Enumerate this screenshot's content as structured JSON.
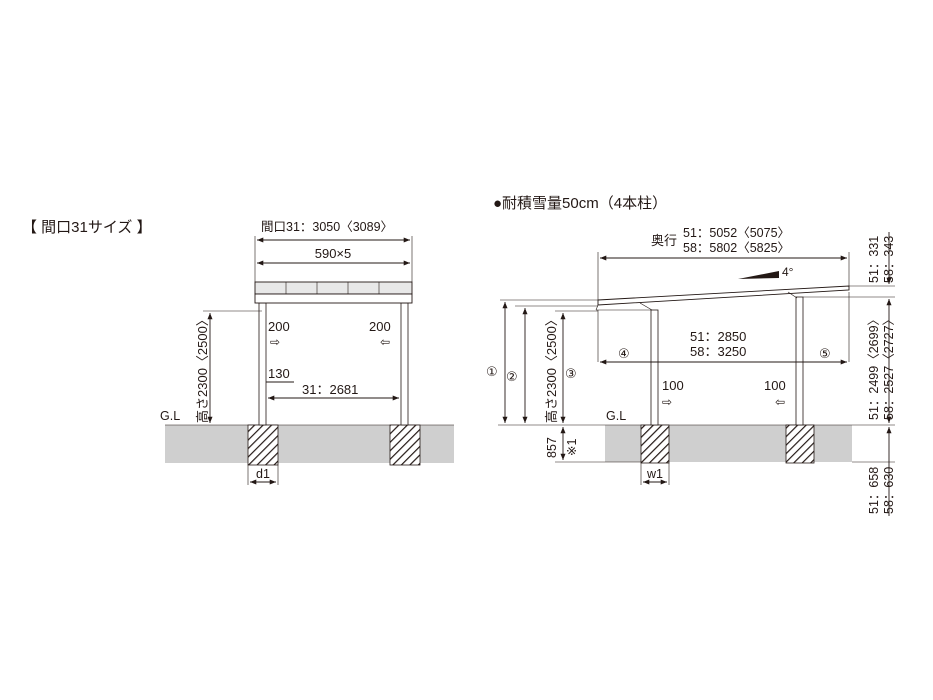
{
  "front": {
    "title": "【 間口31サイズ 】",
    "width_dim": "間口31：3050〈3089〉",
    "panel_dim": "590×5",
    "height_dim": "高さ2300〈2500〉",
    "gl": "G.L",
    "offset_left": "200",
    "offset_right": "200",
    "post_offset": "130",
    "inner_span": "31：2681",
    "foot_dim": "d1"
  },
  "side": {
    "title": "●耐積雪量50cm（4本柱）",
    "depth_label": "奥行",
    "depth_51": "51：5052〈5075〉",
    "depth_58": "58：5802〈5825〉",
    "slope": "4°",
    "span_51": "51：2850",
    "span_58": "58：3250",
    "circle_1": "①",
    "circle_2": "②",
    "circle_3": "③",
    "circle_4": "④",
    "circle_5": "⑤",
    "height_dim": "高さ2300〈2500〉",
    "offset_left": "100",
    "offset_right": "100",
    "gl": "G.L",
    "embed_dim": "857",
    "embed_note": "※1",
    "foot_dim": "w1",
    "right_top": "51：331",
    "right_top2": "58：343",
    "right_mid": "51：2499〈2699〉",
    "right_mid2": "58：2527〈2727〉",
    "right_bot": "51：658",
    "right_bot2": "58：630"
  }
}
